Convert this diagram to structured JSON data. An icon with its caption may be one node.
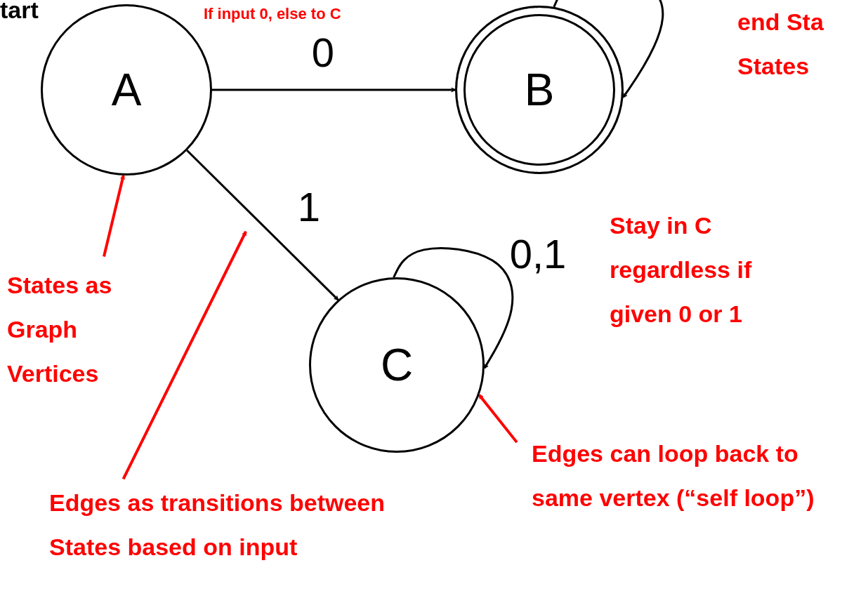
{
  "diagram": {
    "nodes": [
      {
        "text": [
          "A"
        ]
      },
      {
        "text": [
          "B"
        ]
      },
      {
        "text": [
          "C"
        ]
      },
      {
        "text": [
          "States as Graph Vertices"
        ]
      },
      {
        "text": [
          "Edges as transitions between States based on input"
        ]
      },
      {
        "text": [
          "Edges can loop back to same vertex (“self loop”)"
        ]
      }
    ],
    "edges": [
      {
        "from": 0,
        "to": 1,
        "arrow": "to",
        "label": "0"
      },
      {
        "from": 0,
        "to": 2,
        "arrow": "to",
        "label": "1"
      },
      {
        "from": 1,
        "to": 1,
        "arrow": "to"
      },
      {
        "from": 2,
        "to": 2,
        "arrow": "to",
        "label": "0,1"
      },
      {
        "from": 3,
        "to": 0,
        "arrow": "to",
        "color": "#ff0000"
      },
      {
        "from": 4,
        "to": null,
        "arrow": "to",
        "color": "#ff0000"
      },
      {
        "from": 5,
        "to": 2,
        "arrow": "to",
        "color": "#ff0000"
      }
    ],
    "labels": [
      "tart",
      "If input 0, else to C",
      "end Sta",
      "States",
      "Stay in C regardless if given 0 or 1"
    ]
  }
}
